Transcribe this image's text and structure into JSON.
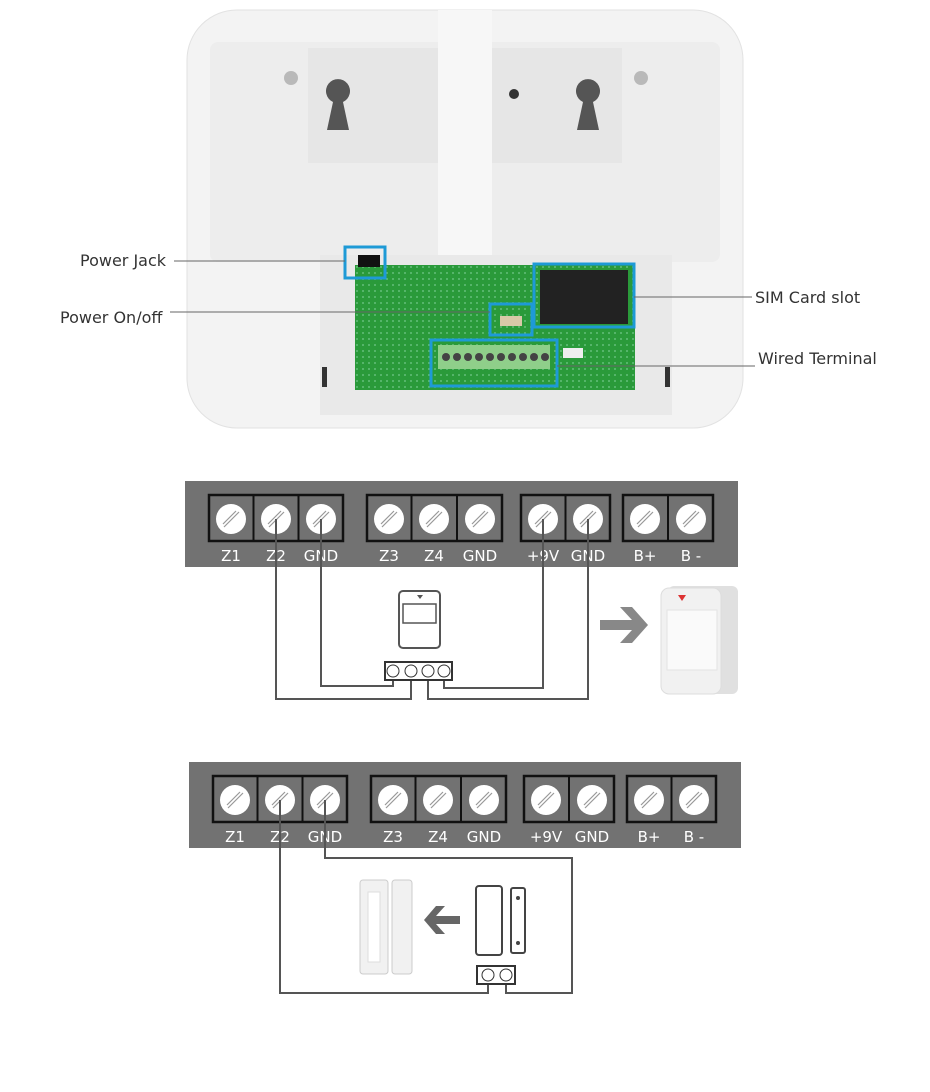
{
  "callouts": {
    "power_jack": "Power Jack",
    "power_switch": "Power On/off",
    "sim_slot": "SIM Card slot",
    "wired_terminal": "Wired Terminal"
  },
  "terminal_labels": [
    "Z1",
    "Z2",
    "GND",
    "Z3",
    "Z4",
    "GND",
    "+9V",
    "GND",
    "B+",
    "B -"
  ],
  "colors": {
    "highlight": "#1e9ad6",
    "strip": "#727272",
    "pcb": "#2a9a3a",
    "wire": "#555555"
  }
}
